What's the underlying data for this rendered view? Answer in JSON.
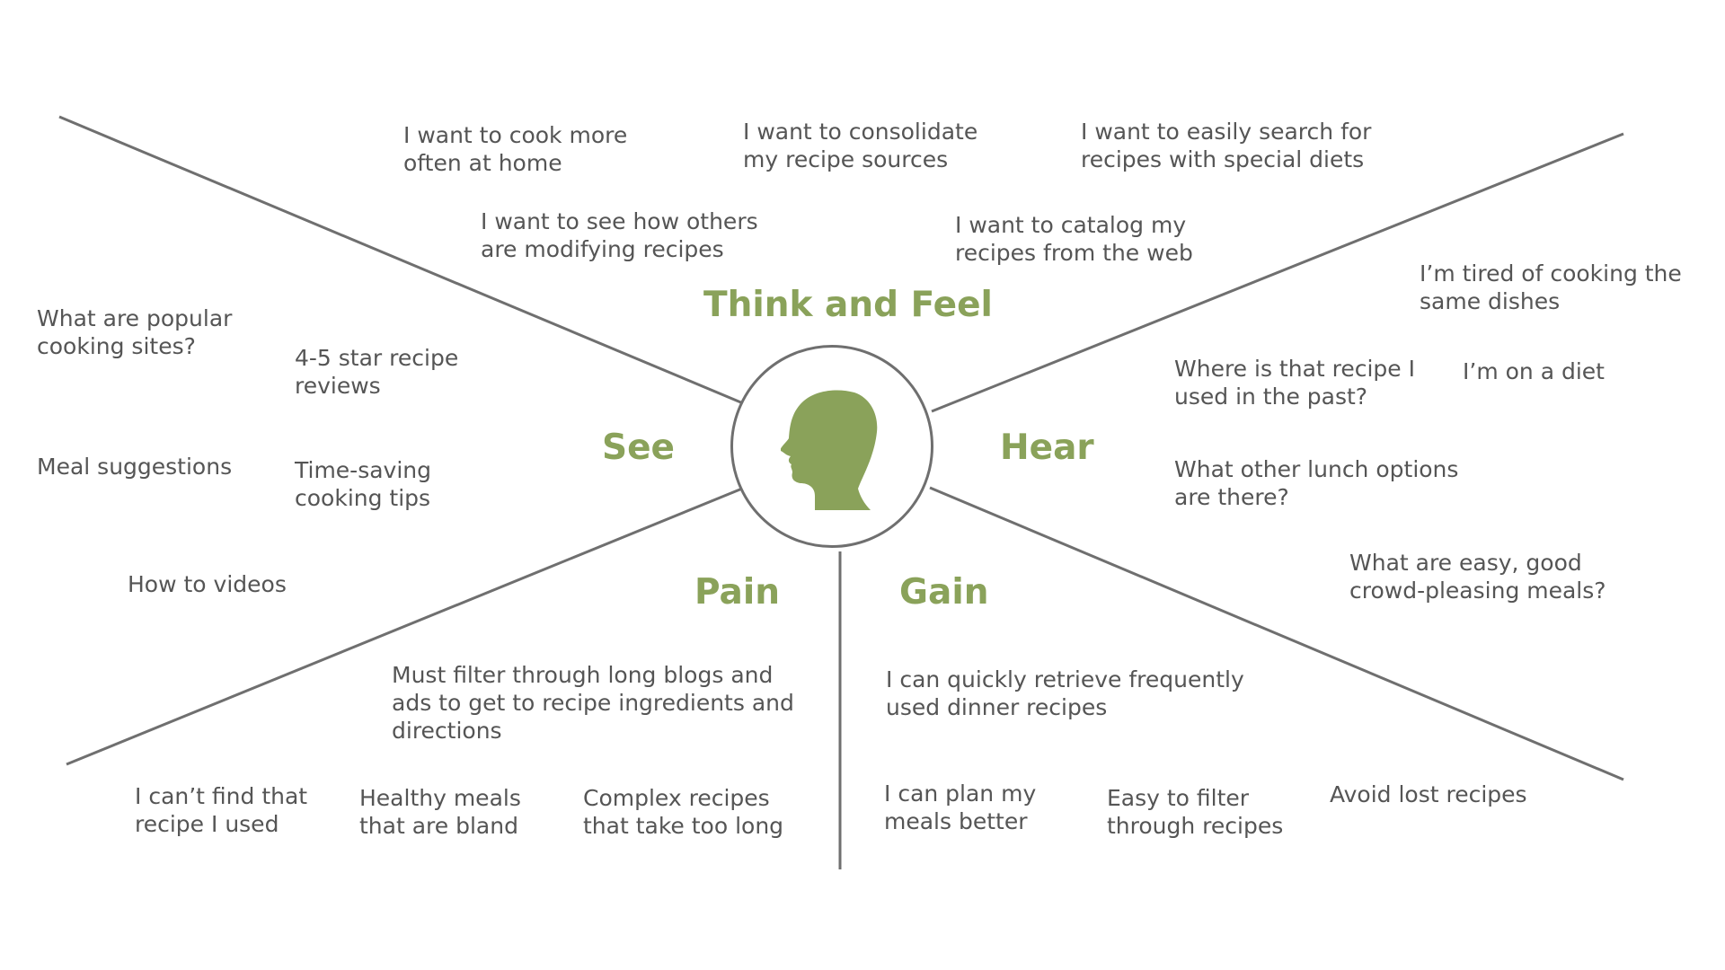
{
  "colors": {
    "accent": "#8aa25a",
    "line": "#6f6f6f",
    "text": "#555555"
  },
  "center": {
    "icon": "head-silhouette-icon"
  },
  "quadrants": {
    "think_feel": "Think and Feel",
    "see": "See",
    "hear": "Hear",
    "pain": "Pain",
    "gain": "Gain"
  },
  "notes": {
    "think_feel": [
      {
        "lines": [
          "I want to cook more",
          "often at home"
        ]
      },
      {
        "lines": [
          "I want to consolidate",
          "my recipe sources"
        ]
      },
      {
        "lines": [
          "I want to easily search for",
          "recipes with special diets"
        ]
      },
      {
        "lines": [
          "I want to see how others",
          "are modifying recipes"
        ]
      },
      {
        "lines": [
          "I want to catalog my",
          "recipes from the web"
        ]
      }
    ],
    "see": [
      {
        "lines": [
          "What are popular",
          "cooking sites?"
        ]
      },
      {
        "lines": [
          "4-5 star recipe",
          "reviews"
        ]
      },
      {
        "lines": [
          "Meal suggestions"
        ]
      },
      {
        "lines": [
          "Time-saving",
          "cooking tips"
        ]
      },
      {
        "lines": [
          "How to videos"
        ]
      }
    ],
    "hear": [
      {
        "lines": [
          "I’m tired of cooking the",
          "same dishes"
        ]
      },
      {
        "lines": [
          "Where is that recipe I",
          "used in the past?"
        ]
      },
      {
        "lines": [
          "I’m on a diet"
        ]
      },
      {
        "lines": [
          "What other lunch options",
          "are there?"
        ]
      },
      {
        "lines": [
          "What are easy, good",
          "crowd-pleasing meals?"
        ]
      }
    ],
    "pain": [
      {
        "lines": [
          "Must filter through long blogs and",
          "ads to get to recipe ingredients and",
          "directions"
        ]
      },
      {
        "lines": [
          "I can’t find that",
          "recipe I used"
        ]
      },
      {
        "lines": [
          "Healthy meals",
          "that are bland"
        ]
      },
      {
        "lines": [
          "Complex recipes",
          "that take too long"
        ]
      }
    ],
    "gain": [
      {
        "lines": [
          "I can quickly retrieve frequently",
          "used dinner recipes"
        ]
      },
      {
        "lines": [
          "I can plan my",
          "meals better"
        ]
      },
      {
        "lines": [
          "Easy to filter",
          "through recipes"
        ]
      },
      {
        "lines": [
          "Avoid lost recipes"
        ]
      }
    ]
  }
}
